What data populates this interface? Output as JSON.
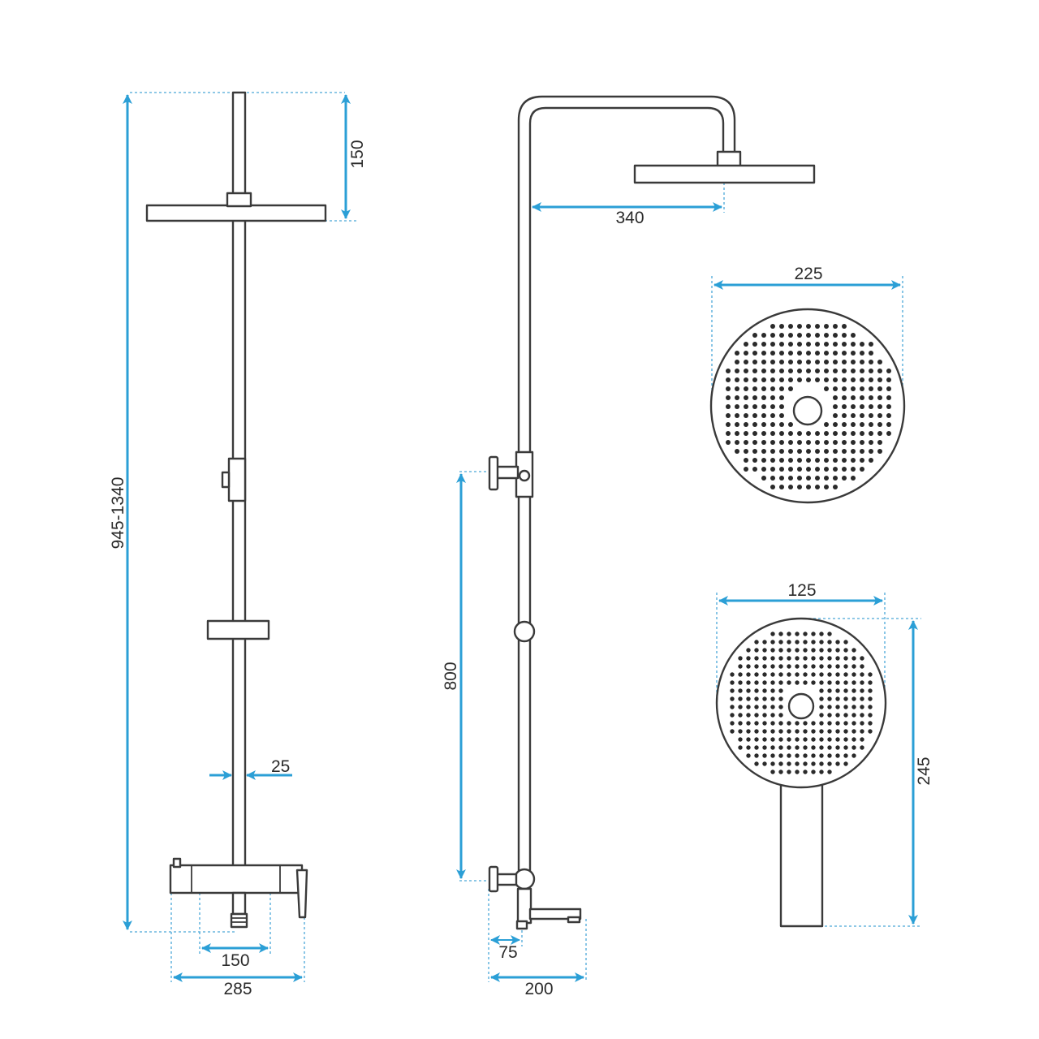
{
  "colors": {
    "dimension": "#2b9fd6",
    "outline": "#3a3a3a",
    "guide": "#4aa8d8"
  },
  "dimensions": {
    "total_height": "945-1340",
    "head_drop": "150",
    "pipe_diameter": "25",
    "mixer_spacing": "150",
    "mixer_width": "285",
    "arm_reach": "340",
    "lower_height": "800",
    "spout_offset": "75",
    "spout_length": "200",
    "rain_diameter": "225",
    "hand_diameter": "125",
    "hand_length": "245"
  }
}
